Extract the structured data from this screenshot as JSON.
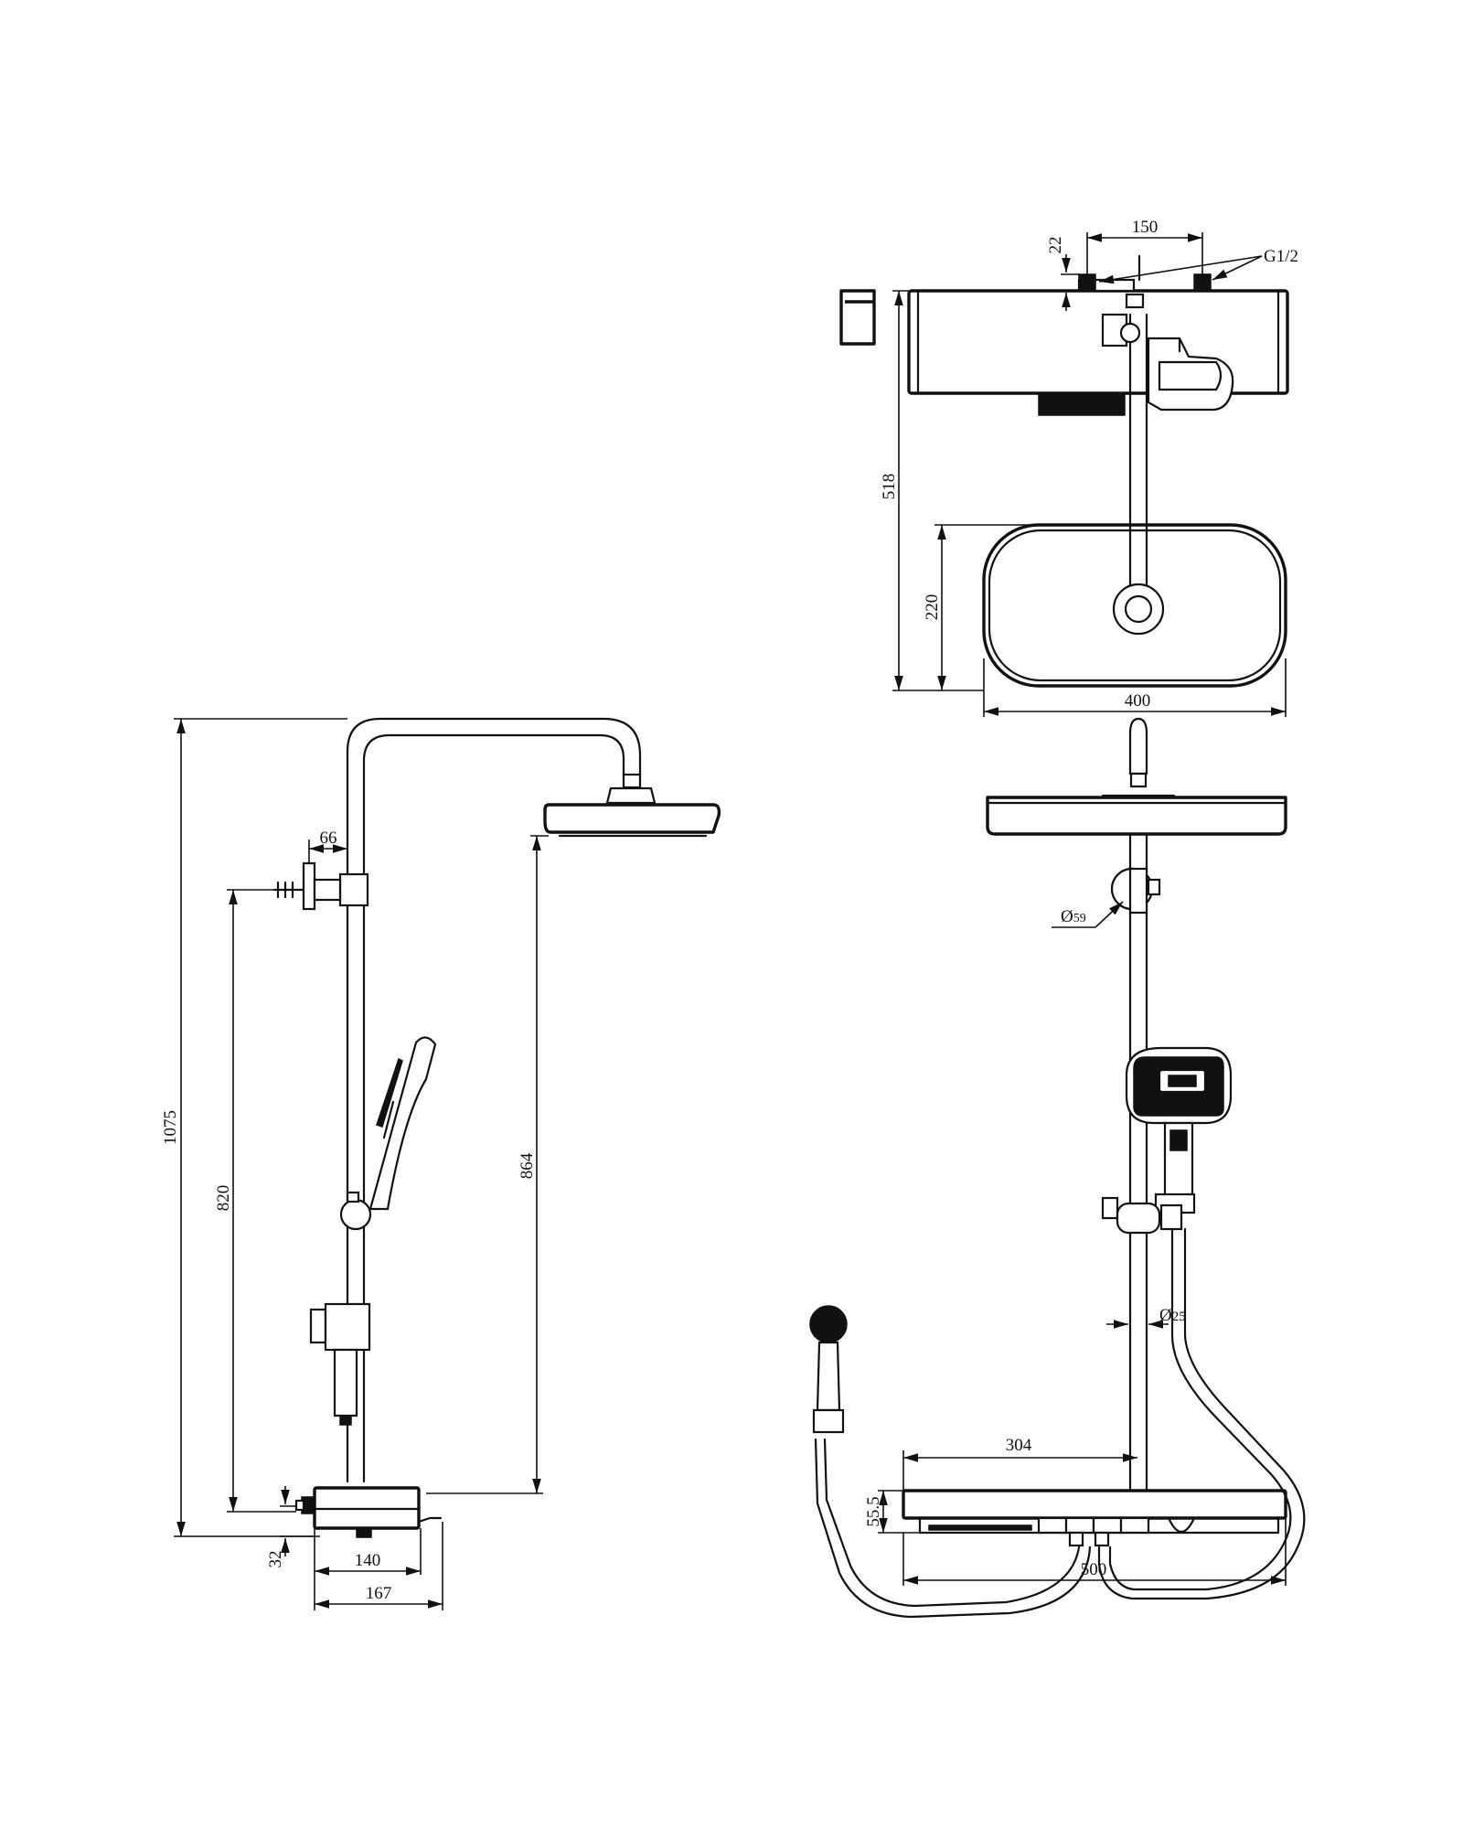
{
  "drawing": {
    "side_view": {
      "dimensions": {
        "total_height": "1075",
        "bracket_height": "820",
        "head_height": "864",
        "wall_offset": "66",
        "valve_height": "32",
        "valve_depth": "140",
        "valve_total_depth": "167"
      }
    },
    "top_view": {
      "dimensions": {
        "inlet_spacing": "150",
        "inlet_depth": "22",
        "thread": "G1/2",
        "projection": "518",
        "head_depth": "220",
        "head_width": "400"
      }
    },
    "front_view": {
      "dimensions": {
        "slider_diameter": "59",
        "pipe_diameter": "25",
        "shelf_offset": "304",
        "shelf_height": "55.5",
        "shelf_width": "500"
      },
      "diameter_symbol": "Ø"
    }
  }
}
